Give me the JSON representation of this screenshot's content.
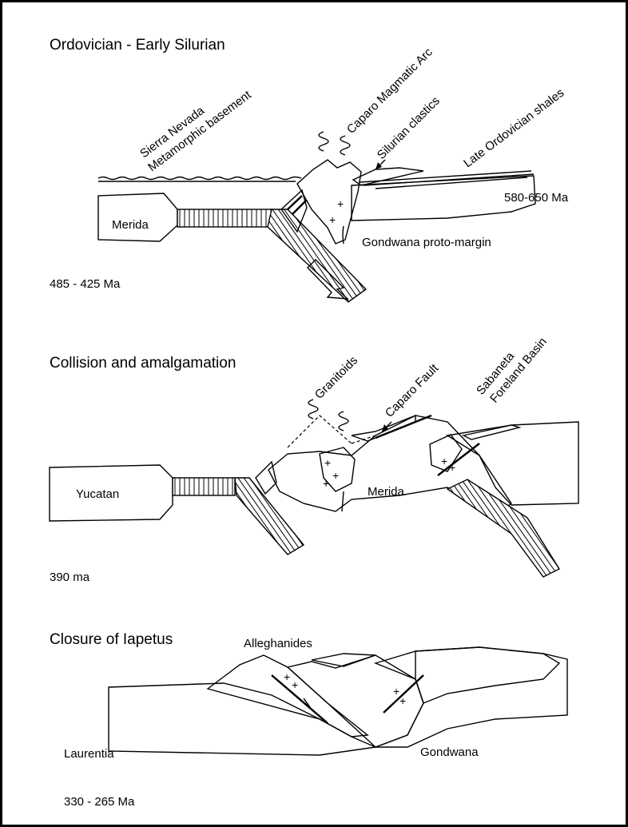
{
  "panels": [
    {
      "title": "Ordovician - Early Silurian",
      "age": "485 - 425 Ma",
      "labels": {
        "sierra_nevada": "Sierra Nevada",
        "metamorphic_basement": "Metamorphic basement",
        "caparo_arc": "Caparo Magmatic Arc",
        "silurian_clastics": "Silurian clastics",
        "late_ordovician": "Late Ordovician shales",
        "merida": "Merida",
        "age_580": "580-650 Ma",
        "gondwana_margin": "Gondwana proto-margin"
      }
    },
    {
      "title": "Collision and amalgamation",
      "age": "390 ma",
      "labels": {
        "granitoids": "Granitoids",
        "caparo_fault": "Caparo Fault",
        "sabaneta": "Sabaneta",
        "foreland_basin": "Foreland Basin",
        "yucatan": "Yucatan",
        "merida": "Merida"
      }
    },
    {
      "title": "Closure of Iapetus",
      "age": "330 - 265 Ma",
      "labels": {
        "alleghanides": "Alleghanides",
        "laurentia": "Laurentia",
        "gondwana": "Gondwana"
      }
    }
  ],
  "colors": {
    "ink": "#000000",
    "paper": "#ffffff"
  }
}
